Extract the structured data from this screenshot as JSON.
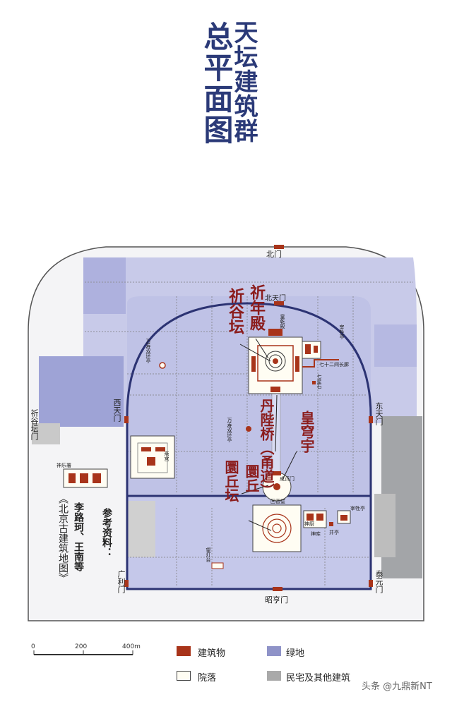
{
  "title": {
    "main": "总平面图",
    "sub": "天坛建筑群"
  },
  "map": {
    "gates": {
      "north": "北门",
      "north_tianmen": "北天门",
      "west_tianmen": "西天门",
      "east_tianmen": "东天门",
      "qigu_west": "祈谷坛门",
      "zhaoheng": "昭亨门",
      "guangli": "广利门",
      "taiyuan": "泰元门",
      "chengzhen": "成贞门"
    },
    "buildings": {
      "qiniandian": "祈年殿",
      "qigutan": "祈谷坛",
      "danbiqiao": "丹陛桥（甬道）",
      "huangqiongyu": "皇穹宇",
      "huanqiu": "圜丘",
      "huanqiutan": "圜丘坛"
    },
    "small_labels": {
      "huangqiandian": "皇乾殿",
      "zaishengting": "宰牲亭",
      "changlang": "七十二间长廊",
      "qixingshi": "七星石",
      "wanshou1": "万寿双环亭",
      "wanshou2": "万寿双环亭",
      "zhaigong": "斋宫",
      "huiyinbi": "回音壁",
      "shenchu": "神厨",
      "shenku": "神库",
      "jingting": "井亭",
      "zaishengting2": "宰牲亭",
      "wangdengtai": "望灯台",
      "shenyueshu": "神乐署"
    }
  },
  "reference": {
    "heading": "参考资料：",
    "authors": "李路珂、王南等",
    "book": "《北京古建筑地图》"
  },
  "scale": {
    "labels": [
      "0",
      "200",
      "400m"
    ]
  },
  "legend": {
    "items": [
      {
        "label": "建筑物",
        "color": "#a8341a"
      },
      {
        "label": "院落",
        "color": "#fffdf3"
      },
      {
        "label": "绿地",
        "color": "#8f93c8"
      },
      {
        "label": "民宅及其他建筑",
        "color": "#a9a9a9"
      }
    ]
  },
  "watermark": "头条 @九鼎新NT"
}
